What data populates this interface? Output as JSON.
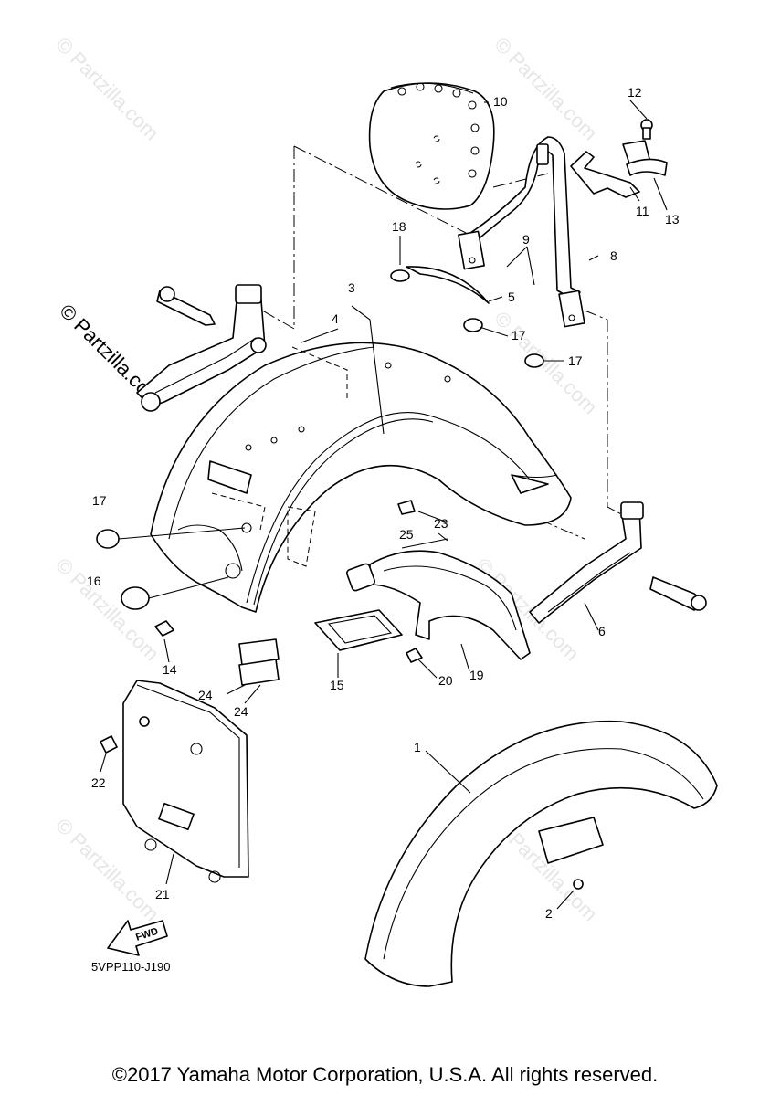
{
  "diagram": {
    "part_code": "5VPP110-J190",
    "fwd_label": "FWD",
    "watermark": "© Partzilla.com",
    "copyright": "©2017 Yamaha Motor Corporation, U.S.A. All rights reserved."
  },
  "callouts": {
    "c1": "1",
    "c2": "2",
    "c3": "3",
    "c4": "4",
    "c5": "5",
    "c6": "6",
    "c8": "8",
    "c9": "9",
    "c10": "10",
    "c11": "11",
    "c12": "12",
    "c13": "13",
    "c14": "14",
    "c15": "15",
    "c16": "16",
    "c17a": "17",
    "c17b": "17",
    "c17c": "17",
    "c18": "18",
    "c19": "19",
    "c20": "20",
    "c21": "21",
    "c22": "22",
    "c23": "23",
    "c24a": "24",
    "c24b": "24",
    "c25": "25"
  }
}
